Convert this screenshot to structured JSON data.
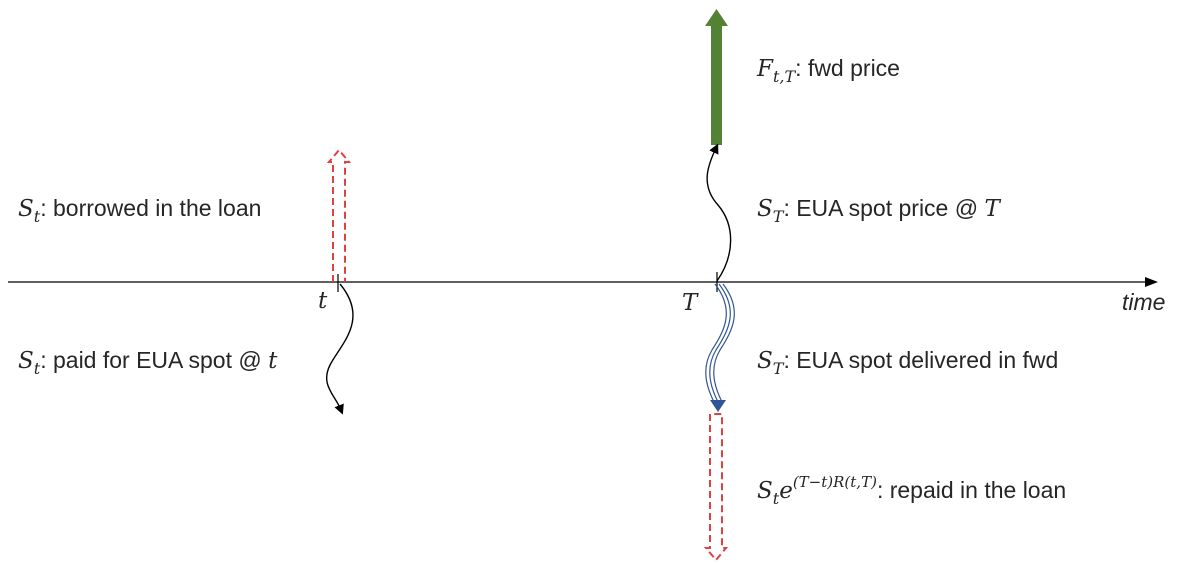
{
  "axis": {
    "label": "time",
    "tick_t": "t",
    "tick_T": "T"
  },
  "labels": {
    "borrowed": {
      "sym": "S",
      "sub": "t",
      "text": ": borrowed in the loan"
    },
    "paid": {
      "sym": "S",
      "sub": "t",
      "text": ": paid for EUA spot @ ",
      "tail": "t"
    },
    "fwd": {
      "sym": "F",
      "sub": "t,T",
      "text": ": fwd price"
    },
    "spot_price": {
      "sym": "S",
      "sub": "T",
      "text": ": EUA spot price @ ",
      "tail": "T"
    },
    "delivered": {
      "sym": "S",
      "sub": "T",
      "text": ": EUA spot delivered in fwd"
    },
    "repaid": {
      "sym": "S",
      "sub": "t",
      "e": "e",
      "sup": "(T−t)R(t,T)",
      "text": ": repaid in the loan"
    }
  },
  "colors": {
    "green": "#548235",
    "red_dashed": "#e0403f",
    "blue": "#2f5597",
    "axis": "#000000"
  }
}
